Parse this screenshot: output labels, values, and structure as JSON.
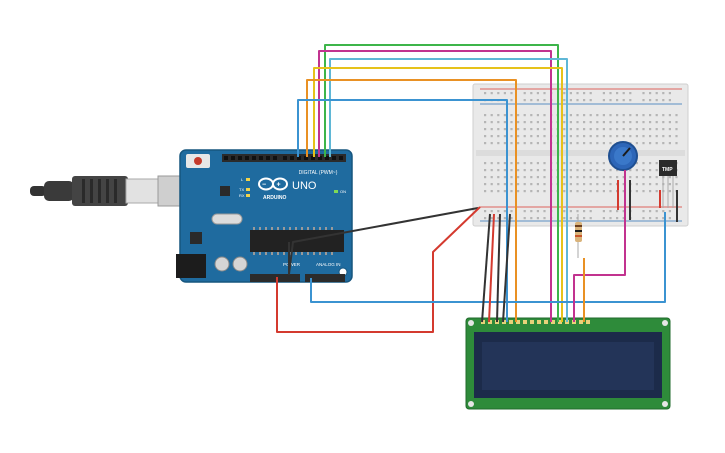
{
  "arduino": {
    "brand": "ARDUINO",
    "model": "UNO",
    "digital_header_label": "DIGITAL (PWM~)",
    "analog_header_label": "ANALOG IN",
    "power_header_label": "POWER",
    "led_on": "ON",
    "led_tx": "TX",
    "led_rx": "RX",
    "led_l": "L"
  },
  "sensor": {
    "label": "TMP"
  },
  "colors": {
    "board": "#1f6b9f",
    "board_edge": "#17567f",
    "breadboard": "#e9e9e9",
    "rail_red": "#d9352e",
    "rail_blue": "#2b6fb6",
    "lcd_pcb": "#2e8b3a",
    "lcd_screen": "#233458",
    "potentiometer": "#2d66b8",
    "wire_green": "#3db54a",
    "wire_magenta": "#c2338f",
    "wire_cyan": "#5fb7d6",
    "wire_yellow": "#e6c21a",
    "wire_orange": "#e99124",
    "wire_blue": "#3b93d1",
    "wire_red": "#d43a2f",
    "wire_black": "#333333"
  }
}
